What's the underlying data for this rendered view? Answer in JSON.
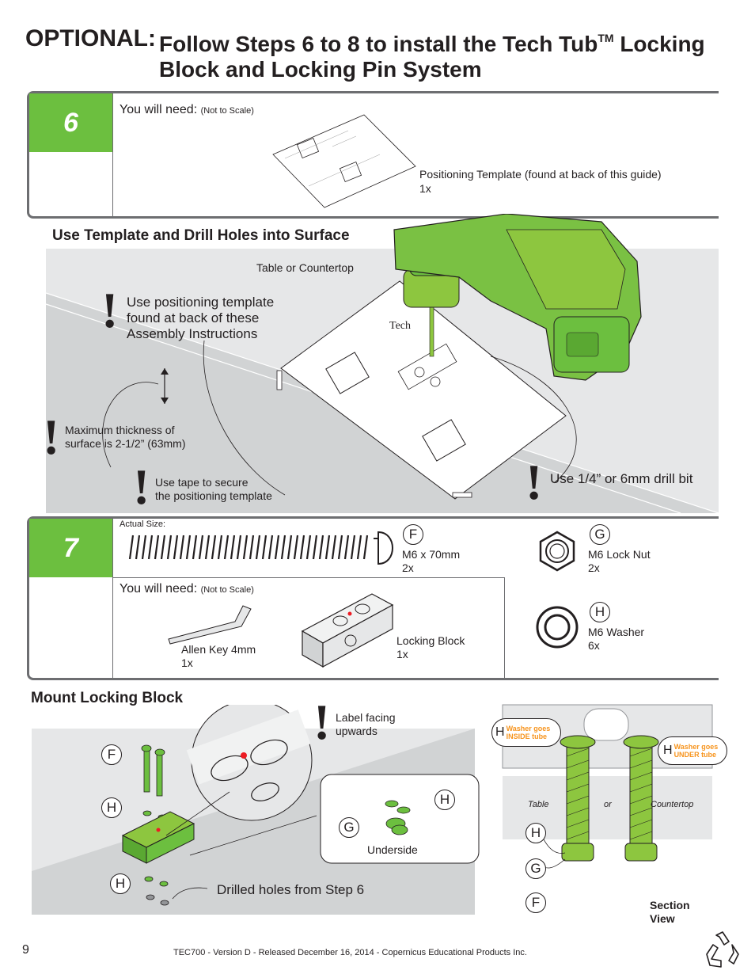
{
  "header": {
    "optional": "OPTIONAL:",
    "title_part1": "Follow Steps 6 to 8 to install the Tech Tub",
    "tm": "TM",
    "title_part2": " Locking",
    "title_line2": "Block and Locking Pin System"
  },
  "step6": {
    "number": "6",
    "you_will_need": "You will need:",
    "not_to_scale": "(Not to Scale)",
    "template_desc": "Positioning Template (found at back of this guide)",
    "template_qty": "1x"
  },
  "drill_section": {
    "heading": "Use Template and Drill Holes into Surface",
    "table_label": "Table or Countertop",
    "note_template_1": "Use positioning template",
    "note_template_2": "found at back of these",
    "note_template_3": " Assembly Instructions",
    "note_thickness_1": "Maximum thickness of",
    "note_thickness_2": "surface is 2-1/2” (63mm)",
    "note_tape_1": "Use tape to secure",
    "note_tape_2": "the positioning template",
    "note_drill": "Use 1/4” or 6mm drill bit",
    "template_brand": "Tech"
  },
  "step7": {
    "number": "7",
    "actual_size": "Actual Size:",
    "you_will_need": "You will need:",
    "not_to_scale": "(Not to Scale)",
    "bolt_letter": "F",
    "bolt_desc": "M6 x 70mm",
    "bolt_qty": "2x",
    "nut_letter": "G",
    "nut_desc": "M6 Lock Nut",
    "nut_qty": "2x",
    "washer_letter": "H",
    "washer_desc": "M6 Washer",
    "washer_qty": "6x",
    "allen_desc": "Allen Key 4mm",
    "allen_qty": "1x",
    "block_desc": "Locking Block",
    "block_qty": "1x"
  },
  "mount_section": {
    "heading": "Mount Locking Block",
    "label_facing_1": "Label facing",
    "label_facing_2": "upwards",
    "underside": "Underside",
    "drilled_holes": "Drilled holes from Step 6",
    "letter_f": "F",
    "letter_h": "H",
    "letter_g": "G",
    "washer_inside_1": "Washer goes",
    "washer_inside_2": "INSIDE tube",
    "washer_under_1": "Washer goes",
    "washer_under_2": "UNDER tube",
    "table_word": "Table",
    "or_word": "or",
    "countertop_word": "Countertop",
    "section_view_1": "Section",
    "section_view_2": "View"
  },
  "footer": {
    "page_number": "9",
    "text": "TEC700  - Version D - Released December 16, 2014 - Copernicus Educational Products Inc.",
    "recycle_icon": "recycle-icon"
  },
  "colors": {
    "green": "#6cbf3f",
    "gray": "#6d6e71",
    "orange": "#f7941d",
    "red": "#ed1c24"
  }
}
